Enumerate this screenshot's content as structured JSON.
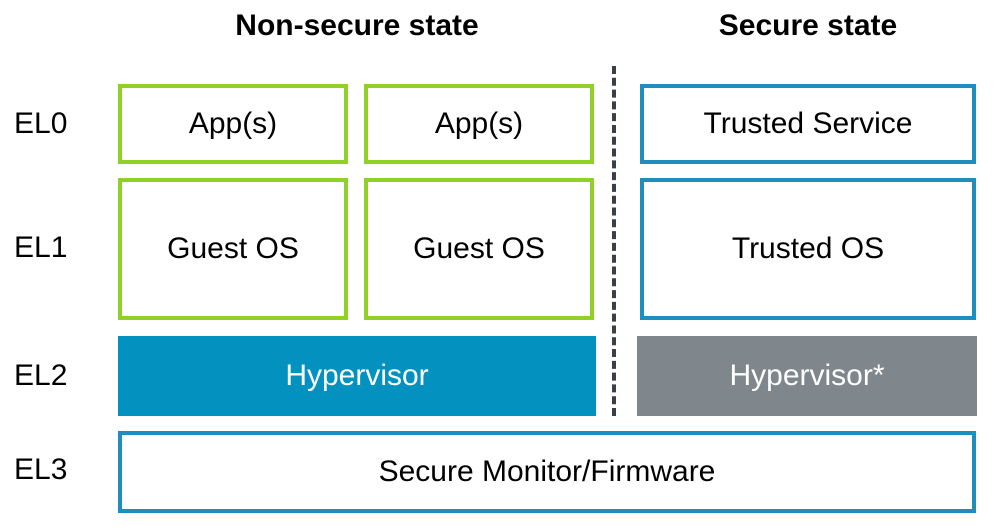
{
  "headers": {
    "non_secure": "Non-secure state",
    "secure": "Secure state"
  },
  "levels": {
    "el0": "EL0",
    "el1": "EL1",
    "el2": "EL2",
    "el3": "EL3"
  },
  "non_secure": {
    "apps_1": "App(s)",
    "apps_2": "App(s)",
    "guest_os_1": "Guest OS",
    "guest_os_2": "Guest OS",
    "hypervisor": "Hypervisor"
  },
  "secure": {
    "trusted_service": "Trusted Service",
    "trusted_os": "Trusted OS",
    "hypervisor": "Hypervisor*"
  },
  "el3": {
    "monitor": "Secure Monitor/Firmware"
  },
  "colors": {
    "non_secure_border": "#8fd125",
    "secure_border": "#1e8fbd",
    "hypervisor_fill": "#0391bf",
    "secure_hypervisor_fill": "#7f868c"
  }
}
